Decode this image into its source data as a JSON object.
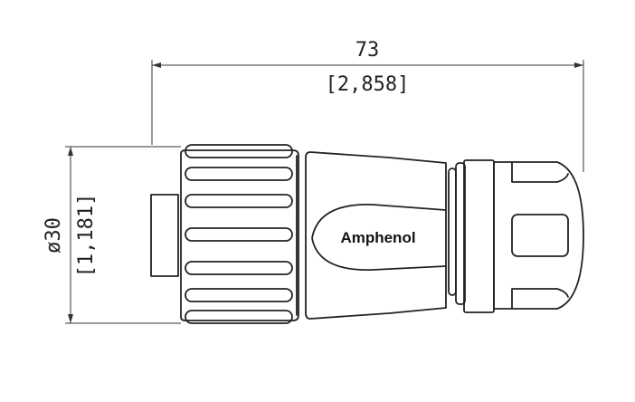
{
  "dimensions": {
    "length_mm": "73",
    "length_in": "[2,858]",
    "diameter_mm": "ø30",
    "diameter_in": "[1,181]"
  },
  "brand_label": "Amphenol",
  "colors": {
    "line": "#222222",
    "background": "#ffffff"
  }
}
